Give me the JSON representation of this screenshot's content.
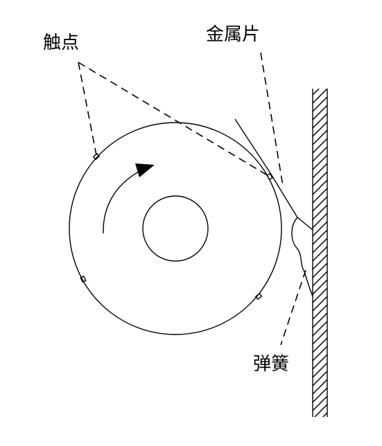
{
  "labels": {
    "contact": "触点",
    "metal_strip": "金属片",
    "spring": "弹簧"
  },
  "colors": {
    "ink": "#000000",
    "background": "#ffffff"
  },
  "icons": {
    "rotation": "curved-arrow-clockwise-icon"
  }
}
